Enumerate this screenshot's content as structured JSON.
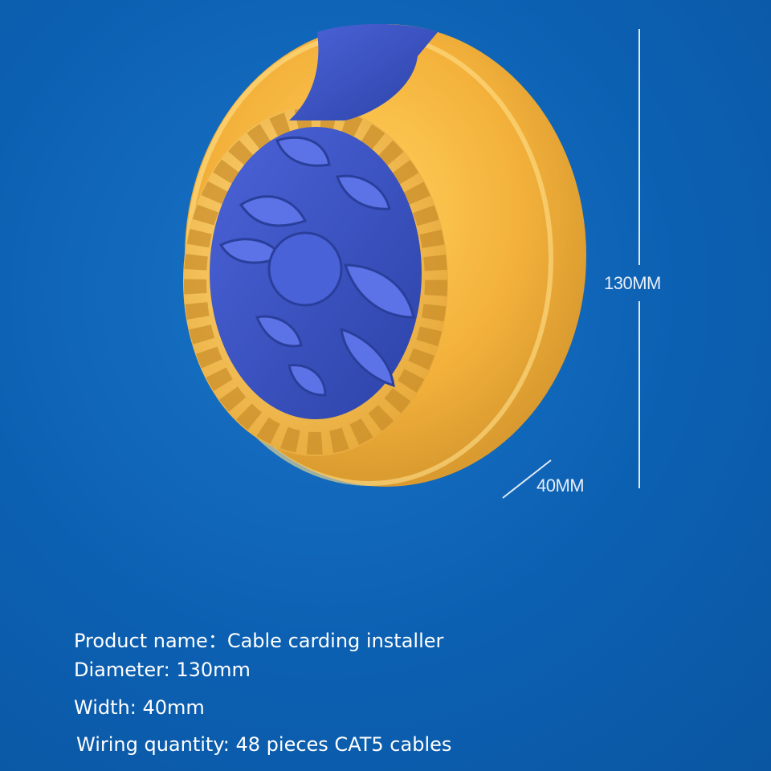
{
  "dimensions": {
    "diameter_label": "130MM",
    "width_label": "40MM"
  },
  "specs": [
    "Product name：Cable carding installer",
    "Diameter: 130mm",
    "Width: 40mm",
    "Wiring quantity: 48 pieces CAT5 cables"
  ],
  "colors": {
    "background": "#0b5fb0",
    "housing": "#f2b13a",
    "insert": "#3d55c8"
  }
}
